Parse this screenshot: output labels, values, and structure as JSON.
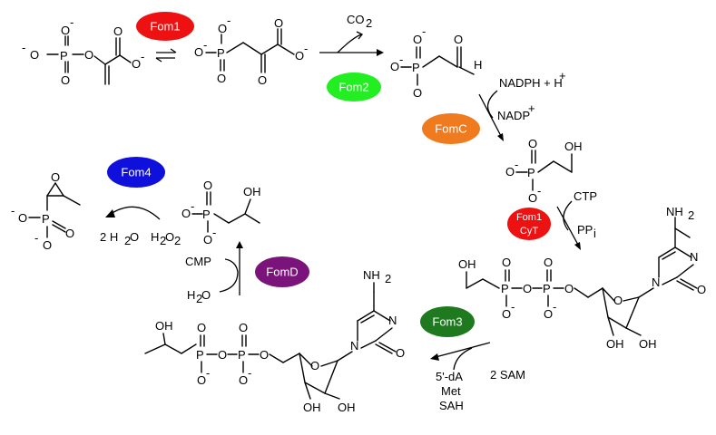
{
  "enzymes": {
    "fom1": {
      "label": "Fom1",
      "color": "#ee1111"
    },
    "fom2": {
      "label": "Fom2",
      "color": "#22ee22"
    },
    "fomc": {
      "label": "FomC",
      "color": "#f07a1e"
    },
    "fom1cyt": {
      "label1": "Fom1",
      "label2": "CyT",
      "color": "#ee1111"
    },
    "fom3": {
      "label": "Fom3",
      "color": "#1f7a1f"
    },
    "fomd": {
      "label": "FomD",
      "color": "#7a137a"
    },
    "fom4": {
      "label": "Fom4",
      "color": "#1010dd"
    }
  },
  "reagents": {
    "co2": "CO",
    "co2_sub": "2",
    "nadph": "NADPH + H",
    "nadph_sup": "+",
    "nadp": "NADP",
    "nadp_sup": "+",
    "ctp": "CTP",
    "ppi": "PP",
    "ppi_sub": "i",
    "sam": "2 SAM",
    "dA": "5'-dA",
    "met": "Met",
    "sah": "SAH",
    "cmp": "CMP",
    "h2o_fomd": "H",
    "h2o_fomd_sub": "2",
    "h2o_fomd_end": "O",
    "h2o2": "H",
    "h2o2_sub1": "2",
    "h2o2_mid": "O",
    "h2o2_sub2": "2",
    "two_h2o": "2 H",
    "two_h2o_sub": "2",
    "two_h2o_end": "O"
  },
  "atoms": {
    "O": "O",
    "Om": "O",
    "minus": "-",
    "P": "P",
    "OH": "OH",
    "H": "H",
    "N": "N",
    "NH2": "NH",
    "NH2_sub": "2"
  }
}
